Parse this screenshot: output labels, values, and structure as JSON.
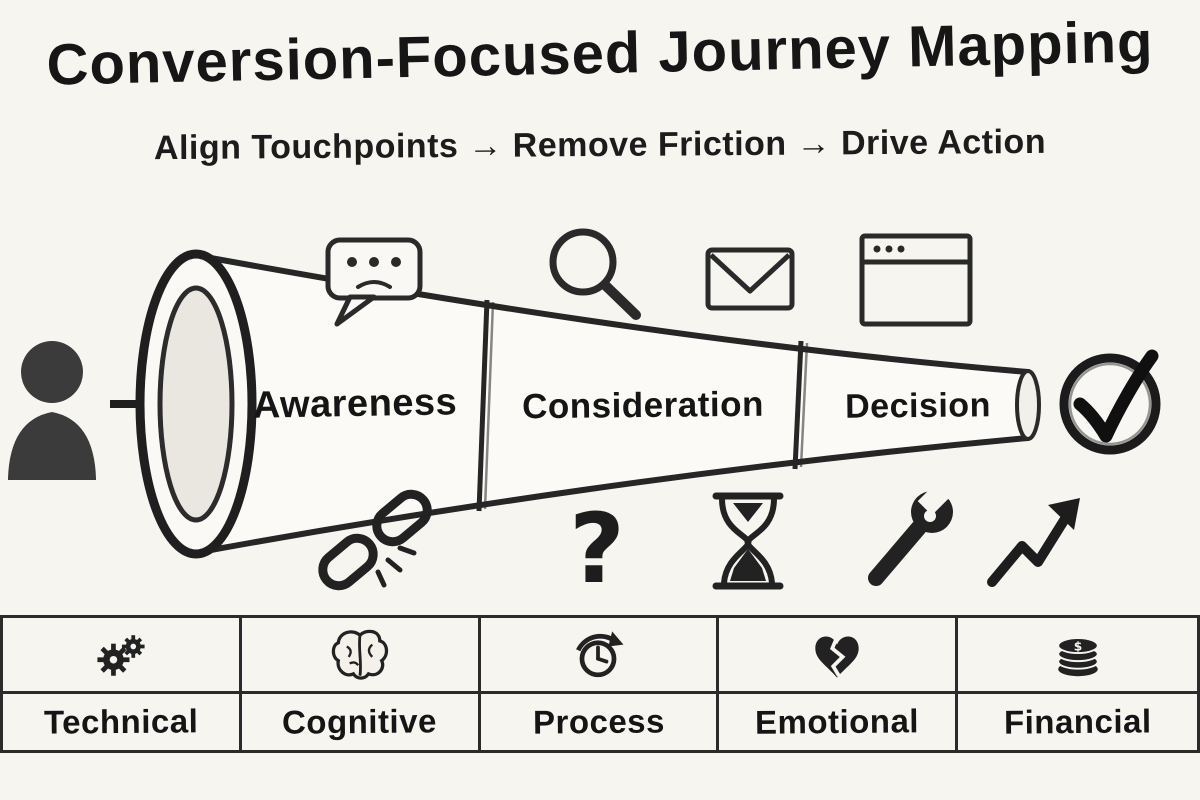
{
  "title": "Conversion-Focused Journey Mapping",
  "subtitle": "Align Touchpoints → Remove Friction → Drive Action",
  "funnel": {
    "stages": [
      {
        "label": "Awareness"
      },
      {
        "label": "Consideration"
      },
      {
        "label": "Decision"
      }
    ]
  },
  "icons": {
    "above_funnel": [
      "feedback-bubble-icon",
      "search-icon",
      "email-icon",
      "browser-icon"
    ],
    "below_funnel": [
      "broken-link-icon",
      "question-icon",
      "hourglass-icon",
      "wrench-icon",
      "growth-arrow-icon"
    ],
    "question_glyph": "?",
    "dollar_glyph": "$"
  },
  "friction_table": {
    "columns": [
      {
        "icon": "gears-icon",
        "label": "Technical"
      },
      {
        "icon": "brain-icon",
        "label": "Cognitive"
      },
      {
        "icon": "process-clock-icon",
        "label": "Process"
      },
      {
        "icon": "broken-heart-icon",
        "label": "Emotional"
      },
      {
        "icon": "coins-icon",
        "label": "Financial"
      }
    ]
  },
  "colors": {
    "ink": "#222222",
    "background": "#f6f5f0"
  }
}
